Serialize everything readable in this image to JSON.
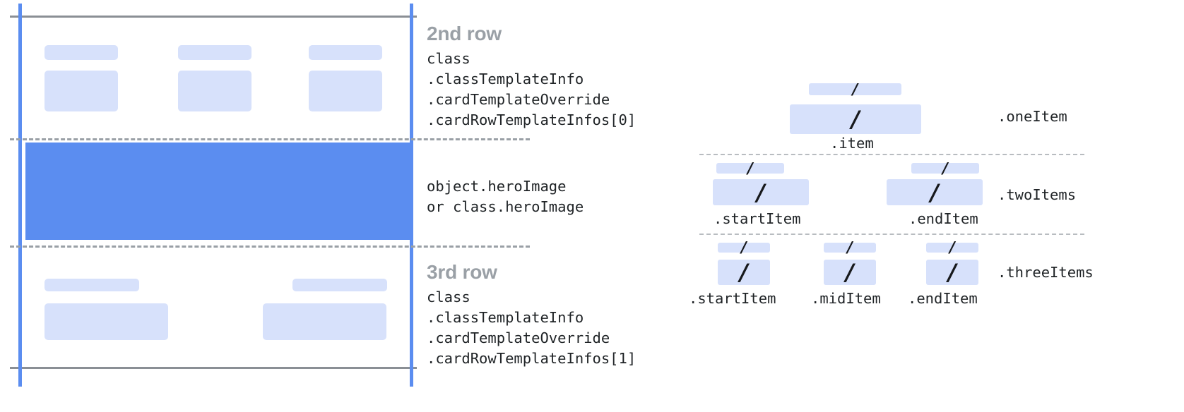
{
  "colors": {
    "placeholder_blue": "#d7e1fb",
    "hero_blue": "#5b8df0",
    "guide_blue": "#5b8df0",
    "rule_gray": "#8a8f95",
    "dash_gray": "#9aa0a6",
    "heading_gray": "#9aa0a6",
    "text_dark": "#1f2326",
    "background": "#ffffff"
  },
  "left_diagram": {
    "name": "card-row-template-anatomy",
    "sections": [
      {
        "id": "second-row",
        "title": "2nd row",
        "code_lines": [
          "class",
          ".classTemplateInfo",
          ".cardTemplateOverride",
          ".cardRowTemplateInfos[0]"
        ],
        "columns": 3
      },
      {
        "id": "hero-image",
        "title": "",
        "code_lines": [
          "object.heroImage",
          "or class.heroImage"
        ],
        "columns": 0
      },
      {
        "id": "third-row",
        "title": "3rd row",
        "code_lines": [
          "class",
          ".classTemplateInfo",
          ".cardTemplateOverride",
          ".cardRowTemplateInfos[1]"
        ],
        "columns": 2
      }
    ]
  },
  "right_diagram": {
    "name": "row-item-layout-options",
    "slash_glyph": "/",
    "groups": [
      {
        "id": "one-item",
        "right_label": ".oneItem",
        "items": [
          {
            "bottom_label": ".item"
          }
        ]
      },
      {
        "id": "two-items",
        "right_label": ".twoItems",
        "items": [
          {
            "bottom_label": ".startItem"
          },
          {
            "bottom_label": ".endItem"
          }
        ]
      },
      {
        "id": "three-items",
        "right_label": ".threeItems",
        "items": [
          {
            "bottom_label": ".startItem"
          },
          {
            "bottom_label": ".midItem"
          },
          {
            "bottom_label": ".endItem"
          }
        ]
      }
    ]
  }
}
